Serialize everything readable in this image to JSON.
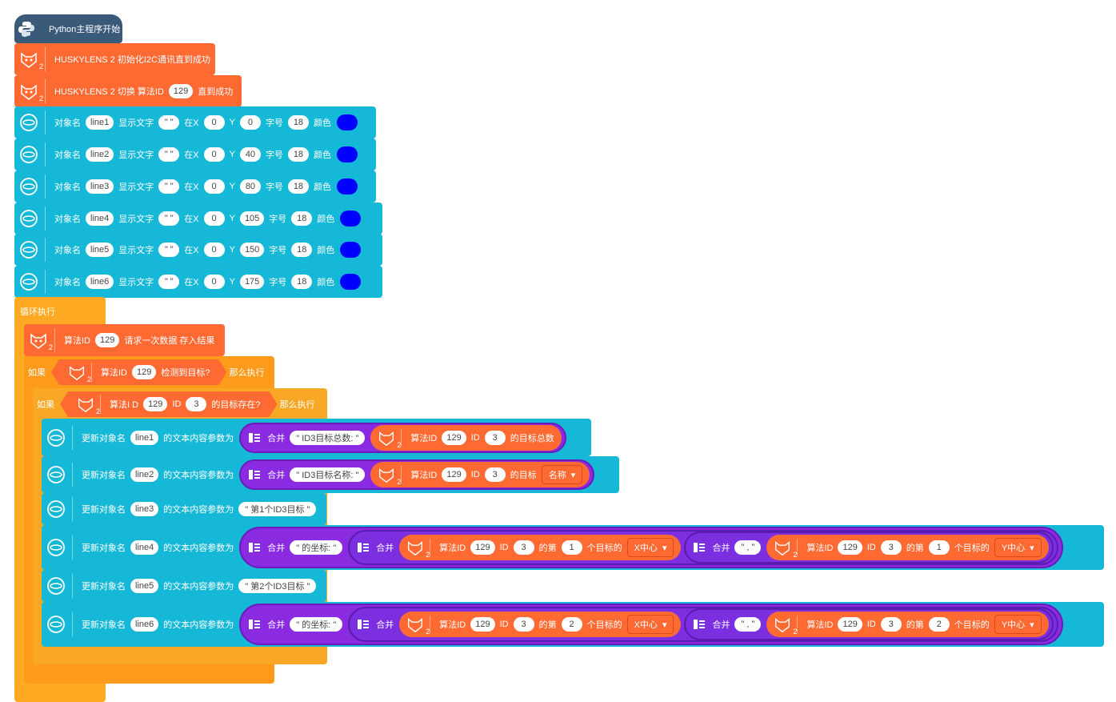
{
  "start": {
    "label": "Python主程序开始"
  },
  "init": {
    "label": "HUSKYLENS 2 初始化I2C通讯直到成功"
  },
  "switch": {
    "prefix": "HUSKYLENS 2 切换 算法ID",
    "algo": "129",
    "suffix": "直到成功"
  },
  "badge": "2",
  "text_blocks": {
    "obj_label": "对象名",
    "show_label": "显示文字",
    "x_label": "在X",
    "y_label": "Y",
    "size_label": "字号",
    "color_label": "颜色",
    "empty_str": "\" \"",
    "rows": [
      {
        "name": "line1",
        "x": "0",
        "y": "0",
        "size": "18"
      },
      {
        "name": "line2",
        "x": "0",
        "y": "40",
        "size": "18"
      },
      {
        "name": "line3",
        "x": "0",
        "y": "80",
        "size": "18"
      },
      {
        "name": "line4",
        "x": "0",
        "y": "105",
        "size": "18"
      },
      {
        "name": "line5",
        "x": "0",
        "y": "150",
        "size": "18"
      },
      {
        "name": "line6",
        "x": "0",
        "y": "175",
        "size": "18"
      }
    ]
  },
  "loop": {
    "label": "循环执行"
  },
  "request": {
    "prefix": "算法ID",
    "algo": "129",
    "suffix": "请求一次数据 存入结果"
  },
  "if1": {
    "kw": "如果",
    "prefix": "算法ID",
    "algo": "129",
    "suffix": "检测到目标?",
    "then": "那么执行"
  },
  "if2": {
    "kw": "如果",
    "prefix": "算法I D",
    "algo": "129",
    "id_label": "ID",
    "id": "3",
    "suffix": "的目标存在?",
    "then": "那么执行"
  },
  "update": {
    "prefix": "更新对象名",
    "mid": "的文本内容参数为",
    "join": "合并",
    "algo_label": "算法ID",
    "id_label": "ID",
    "di": "的第",
    "target_of": "个目标的",
    "line1": {
      "name": "line1",
      "str": "\" ID3目标总数: \"",
      "algo": "129",
      "id": "3",
      "suffix": "的目标总数"
    },
    "line2": {
      "name": "line2",
      "str": "\" ID3目标名称: \"",
      "algo": "129",
      "id": "3",
      "suffix": "的目标",
      "field": "名称"
    },
    "line3": {
      "name": "line3",
      "str": "\" 第1个ID3目标 \""
    },
    "line4": {
      "name": "line4",
      "str": "\" 的坐标: \"",
      "algo": "129",
      "id": "3",
      "n": "1",
      "fx": "X中心",
      "comma": "\" , \"",
      "algo2": "129",
      "id2": "3",
      "n2": "1",
      "fy": "Y中心"
    },
    "line5": {
      "name": "line5",
      "str": "\" 第2个ID3目标 \""
    },
    "line6": {
      "name": "line6",
      "str": "\" 的坐标: \"",
      "algo": "129",
      "id": "3",
      "n": "2",
      "fx": "X中心",
      "comma": "\" , \"",
      "algo2": "129",
      "id2": "3",
      "n2": "2",
      "fy": "Y中心"
    }
  },
  "colors": {
    "husky": "#ff6a33",
    "display": "#16b8d8",
    "loop": "#ffaa22",
    "join": "#8a2be2",
    "text_color": "#0000ff",
    "start": "#3a5a7a"
  }
}
